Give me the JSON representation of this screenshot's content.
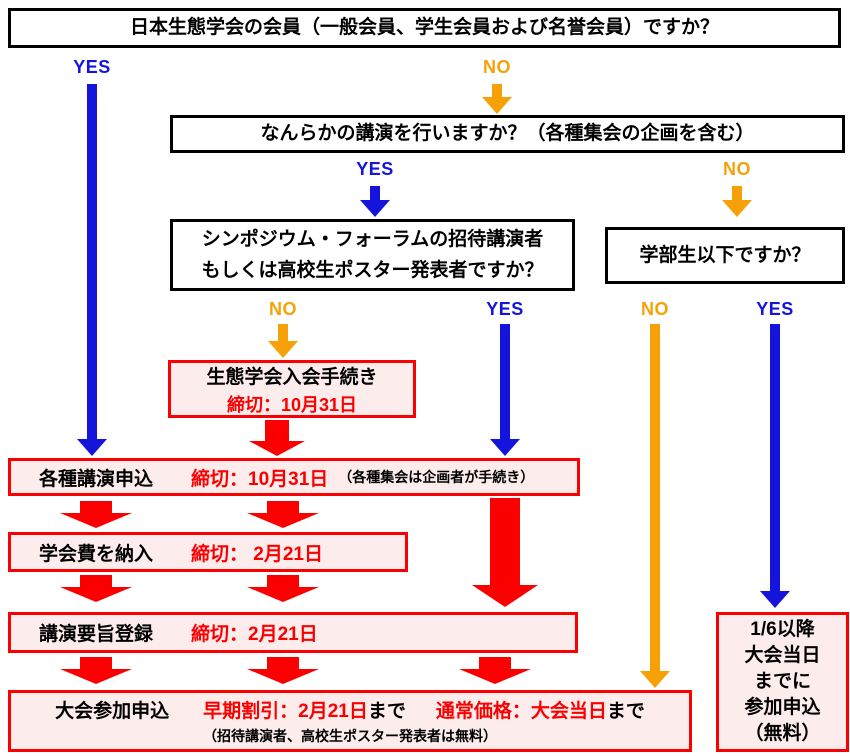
{
  "colors": {
    "blue": "#1414dd",
    "orange": "#f7a108",
    "red": "#fb0000",
    "pink": "#fdecec"
  },
  "labels": {
    "yes": "YES",
    "no": "NO"
  },
  "q_member": {
    "text": "日本生態学会の会員（一般会員、学生会員および名誉会員）ですか？"
  },
  "q_talk": {
    "text": "なんらかの講演を行いますか？（各種集会の企画を含む）"
  },
  "q_invited": {
    "line1": "シンポジウム・フォーラムの招待講演者",
    "line2": "もしくは高校生ポスター発表者ですか？"
  },
  "q_undergrad": {
    "text": "学部生以下ですか？"
  },
  "join_box": {
    "title": "生態学会入会手続き",
    "deadline": "締切：10月31日"
  },
  "apply_box": {
    "title": "各種講演申込",
    "deadline": "締切：10月31日",
    "note": "（各種集会は企画者が手続き）"
  },
  "fee_box": {
    "title": "学会費を納入",
    "deadline": "締切： 2月21日"
  },
  "abstract_box": {
    "title": "講演要旨登録",
    "deadline": "締切：2月21日"
  },
  "register_box": {
    "title": "大会参加申込",
    "early": "早期割引：2月21日",
    "early_suffix": "まで",
    "regular": "通常価格：大会当日",
    "regular_suffix": "まで",
    "note": "（招待講演者、高校生ポスター発表者は無料）"
  },
  "free_box": {
    "lines": [
      "1/6以降",
      "大会当日",
      "までに",
      "参加申込",
      "（無料）"
    ]
  }
}
